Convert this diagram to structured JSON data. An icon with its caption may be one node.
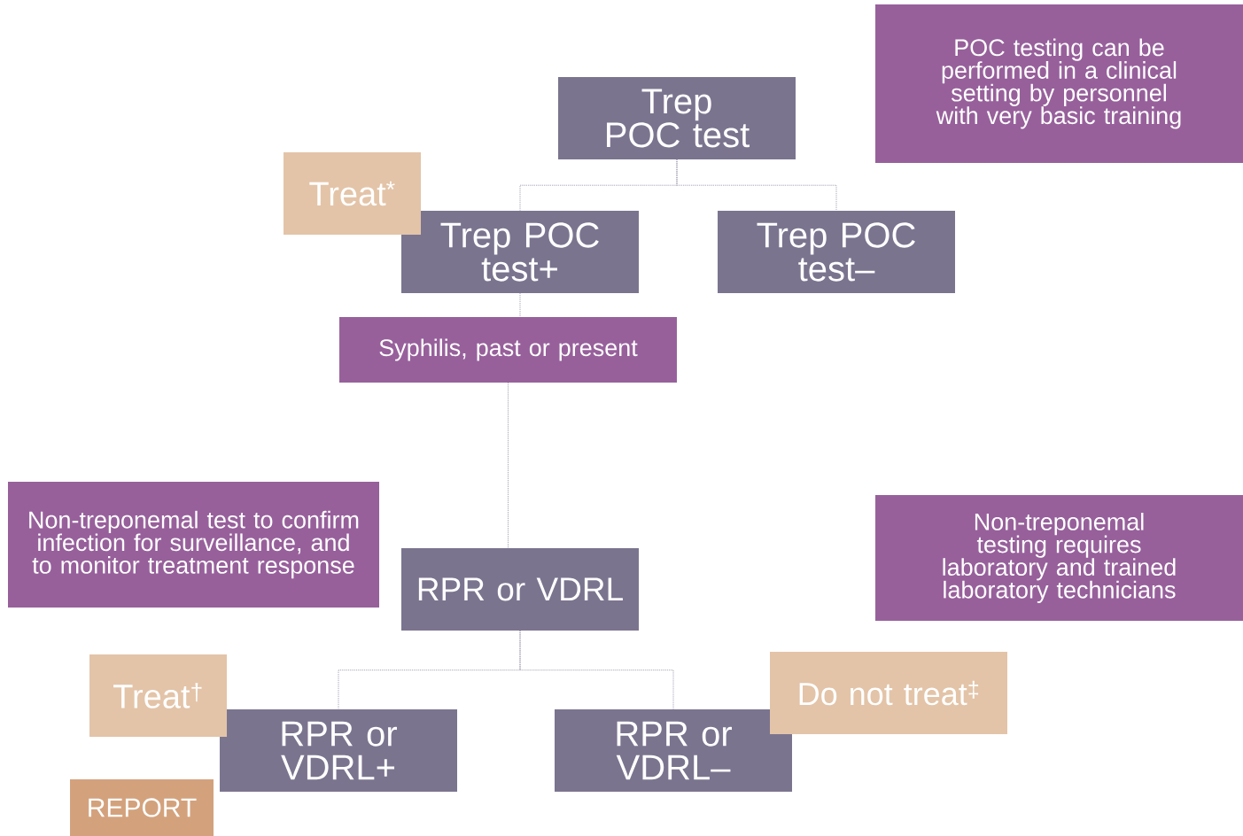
{
  "diagram": {
    "nodes": [
      {
        "text": [
          "POC testing can be performed in a clinical setting by personnel with very basic training"
        ]
      },
      {
        "text": [
          "Trep POC test"
        ]
      },
      {
        "text": [
          "Treat$^{*}$"
        ]
      },
      {
        "text": [
          "Trep POC test+"
        ]
      },
      {
        "text": [
          "Trep POC test–"
        ]
      },
      {
        "text": [
          "Syphilis, past or present"
        ]
      },
      {
        "text": [
          "Non-treponemal test to confirm infection for surveillance, and to monitor treatment response"
        ]
      },
      {
        "text": [
          "Non-treponemal testing requires laboratory and trained laboratory technicians"
        ]
      },
      {
        "text": [
          "RPR or VDRL"
        ]
      },
      {
        "text": [
          "Treat$^{†}$"
        ]
      },
      {
        "text": [
          "Do not treat$^{‡}$"
        ]
      },
      {
        "text": [
          "RPR or VDRL+"
        ]
      },
      {
        "text": [
          "RPR or VDRL–"
        ]
      },
      {
        "text": [
          "REPORT"
        ]
      }
    ],
    "edges": [
      {
        "from": 1,
        "to": 3,
        "arrow": "none"
      },
      {
        "from": 1,
        "to": 4,
        "arrow": "none"
      },
      {
        "from": 3,
        "to": 5,
        "arrow": "none"
      },
      {
        "from": 5,
        "to": 8,
        "arrow": "none"
      },
      {
        "from": 8,
        "to": 11,
        "arrow": "none"
      },
      {
        "from": 8,
        "to": 12,
        "arrow": "none"
      }
    ]
  }
}
